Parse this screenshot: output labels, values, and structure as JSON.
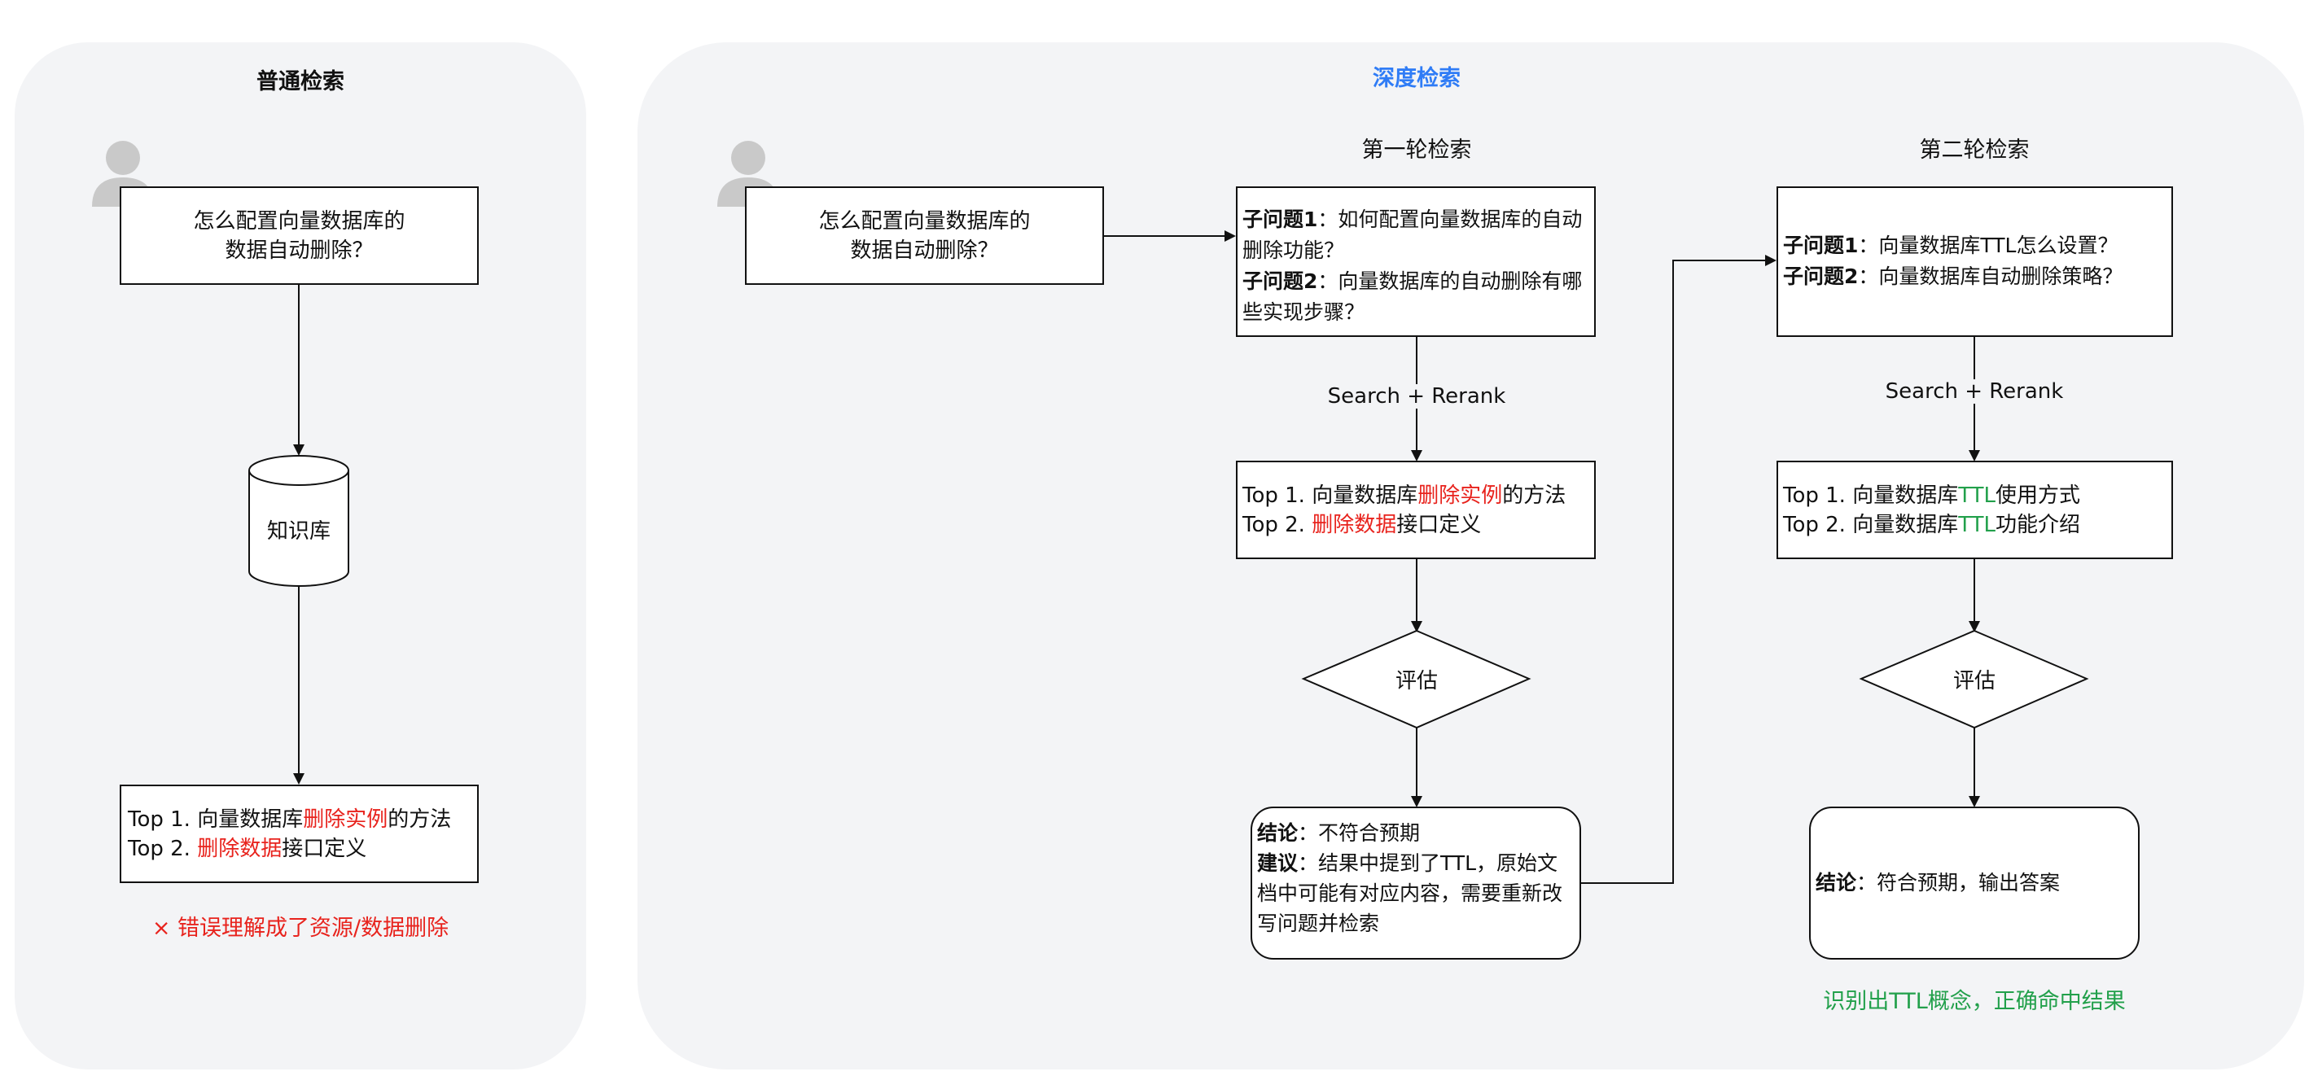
{
  "colors": {
    "panel": "#f3f4f6",
    "accent_blue": "#2f7cf6",
    "error_red": "#e8231d",
    "success_green": "#22a04b"
  },
  "normal": {
    "title": "普通检索",
    "query": [
      "怎么配置向量数据库的",
      "数据自动删除？"
    ],
    "kb": "知识库",
    "results": {
      "r1": {
        "a": "Top 1. 向量数据库",
        "b": "删除实例",
        "c": "的方法"
      },
      "r2": {
        "a": "Top 2. ",
        "b": "删除数据",
        "c": "接口定义"
      }
    },
    "error_note": "× 错误理解成了资源/数据删除"
  },
  "deep": {
    "title": "深度检索",
    "query": [
      "怎么配置向量数据库的",
      "数据自动删除？"
    ],
    "round1": {
      "title": "第一轮检索",
      "sq1_label": "子问题1",
      "sq1_text": "：如何配置向量数据库的自动删除功能？",
      "sq2_label": "子问题2",
      "sq2_text": "：向量数据库的自动删除有哪些实现步骤？",
      "edge_label": "Search + Rerank",
      "r1": {
        "a": "Top 1. 向量数据库",
        "b": "删除实例",
        "c": "的方法"
      },
      "r2": {
        "a": "Top 2. ",
        "b": "删除数据",
        "c": "接口定义"
      },
      "eval": "评估",
      "conclusion_label": "结论",
      "conclusion_text": "：不符合预期",
      "advice_label": "建议",
      "advice_text": "：结果中提到了TTL，原始文档中可能有对应内容，需要重新改写问题并检索"
    },
    "round2": {
      "title": "第二轮检索",
      "sq1_label": "子问题1",
      "sq1_text": "：向量数据库TTL怎么设置？",
      "sq2_label": "子问题2",
      "sq2_text": "：向量数据库自动删除策略？",
      "edge_label": "Search + Rerank",
      "r1": {
        "a": "Top 1. 向量数据库",
        "b": "TTL",
        "c": "使用方式"
      },
      "r2": {
        "a": "Top 2. 向量数据库",
        "b": "TTL",
        "c": "功能介绍"
      },
      "eval": "评估",
      "conclusion_label": "结论",
      "conclusion_text": "：符合预期，输出答案"
    },
    "success_note": "识别出TTL概念，正确命中结果"
  }
}
